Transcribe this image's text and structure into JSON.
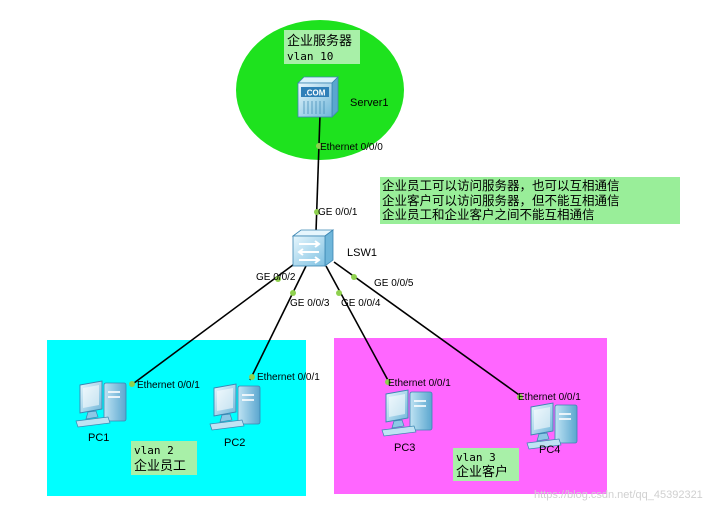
{
  "server_zone": {
    "title": "企业服务器",
    "vlan": "vlan 10",
    "color": "#1ee21e"
  },
  "employee_zone": {
    "vlan": "vlan 2",
    "title": "企业员工",
    "color": "#00ffff"
  },
  "customer_zone": {
    "vlan": "vlan 3",
    "title": "企业客户",
    "color": "#ff66ff"
  },
  "label_bg_color": "#a8f0a8",
  "note": {
    "lines": [
      "企业员工可以访问服务器，也可以互相通信",
      "企业客户可以访问服务器，但不能互相通信",
      "企业员工和企业客户之间不能互相通信"
    ],
    "color": "#99ee99"
  },
  "devices": {
    "server": {
      "name": "Server1",
      "icon": "server-com-icon",
      "badge": ".COM",
      "port": "Ethernet 0/0/0"
    },
    "switch": {
      "name": "LSW1",
      "icon": "switch-icon",
      "uplink": "GE 0/0/1"
    },
    "pcs": [
      {
        "name": "PC1",
        "port": "Ethernet 0/0/1",
        "switch_port": "GE 0/0/2"
      },
      {
        "name": "PC2",
        "port": "Ethernet 0/0/1",
        "switch_port": "GE 0/0/3"
      },
      {
        "name": "PC3",
        "port": "Ethernet 0/0/1",
        "switch_port": "GE 0/0/4"
      },
      {
        "name": "PC4",
        "port": "Ethernet 0/0/1",
        "switch_port": "GE 0/0/5"
      }
    ]
  },
  "watermark": "https://blog.csdn.net/qq_45392321"
}
